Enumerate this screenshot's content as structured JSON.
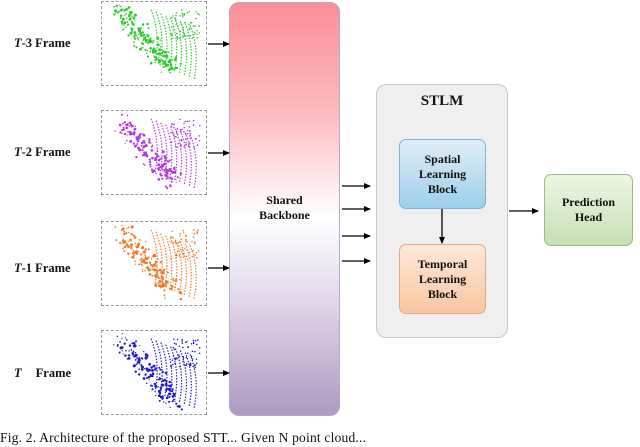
{
  "frames": [
    {
      "prefix": "T",
      "suffix": "-3 Frame",
      "color": "#2ec92e"
    },
    {
      "prefix": "T",
      "suffix": "-2 Frame",
      "color": "#b23ad8"
    },
    {
      "prefix": "T",
      "suffix": "-1 Frame",
      "color": "#ef7a2e"
    },
    {
      "prefix": "T",
      "suffix": "Frame",
      "color": "#1c1ccc"
    }
  ],
  "backbone": {
    "line1": "Shared",
    "line2": "Backbone"
  },
  "stlm": {
    "title": "STLM",
    "spatial": {
      "line1": "Spatial",
      "line2": "Learning",
      "line3": "Block"
    },
    "temporal": {
      "line1": "Temporal",
      "line2": "Learning",
      "line3": "Block"
    }
  },
  "prediction_head": {
    "line1": "Prediction",
    "line2": "Head"
  },
  "caption": "Fig. 2.   Architecture of the proposed STT... Given N point cloud..."
}
